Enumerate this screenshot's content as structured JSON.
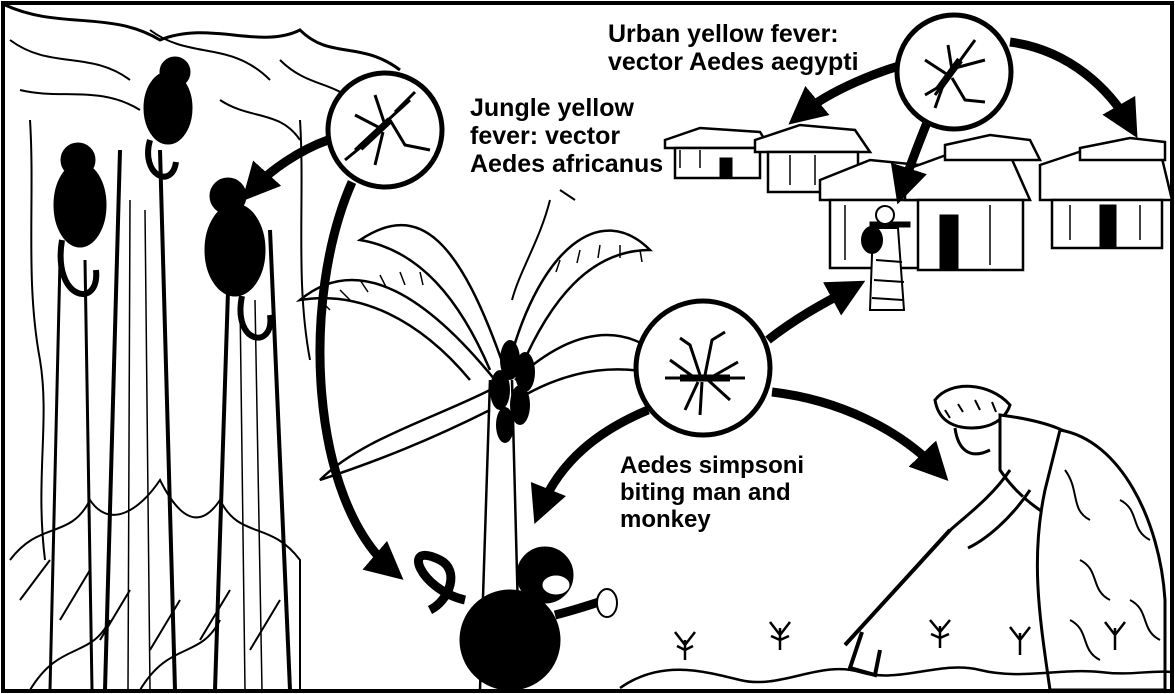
{
  "labels": {
    "urban": {
      "line1": "Urban yellow fever:",
      "line2": "vector Aedes aegypti"
    },
    "jungle": {
      "line1": "Jungle yellow",
      "line2": "fever: vector",
      "line3": "Aedes africanus"
    },
    "simpsoni": {
      "line1": "Aedes simpsoni",
      "line2": "biting man and",
      "line3": "monkey"
    }
  },
  "colors": {
    "ink": "#000000",
    "paper": "#ffffff"
  }
}
